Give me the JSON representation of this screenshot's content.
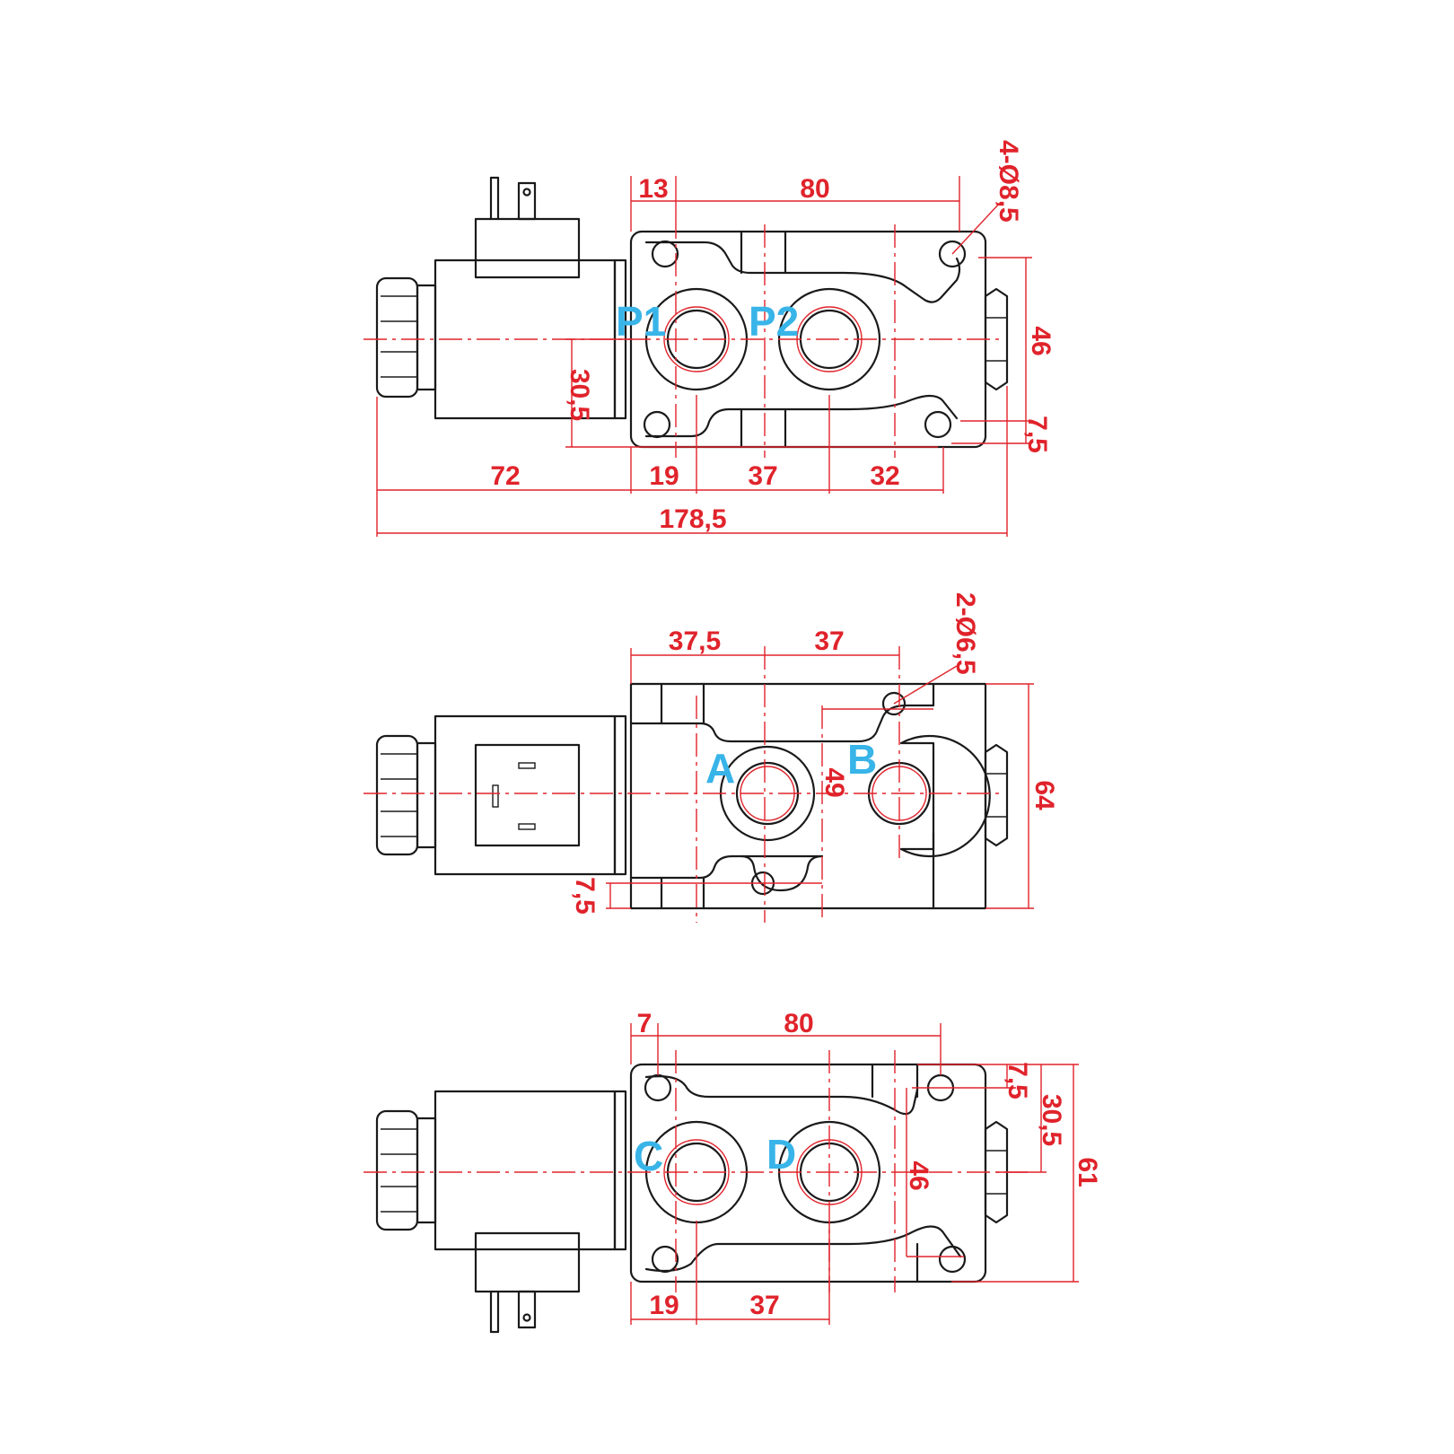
{
  "colors": {
    "outline": "#1a1a1a",
    "dimension": "#e0232b",
    "port_label": "#38b4e8",
    "background": "#ffffff"
  },
  "view_top": {
    "dims": {
      "d13": "13",
      "d80": "80",
      "holes": "4-Ø8,5",
      "d46": "46",
      "d30_5": "30,5",
      "d7_5": "7,5",
      "d72": "72",
      "d19": "19",
      "d37": "37",
      "d32": "32",
      "d178_5": "178,5"
    },
    "ports": {
      "p1": "P1",
      "p2": "P2"
    }
  },
  "view_middle": {
    "dims": {
      "d37_5": "37,5",
      "d37": "37",
      "holes": "2-Ø6,5",
      "d49": "49",
      "d64": "64",
      "d7_5": "7,5"
    },
    "ports": {
      "a": "A",
      "b": "B"
    }
  },
  "view_bottom": {
    "dims": {
      "d7": "7",
      "d80": "80",
      "d7_5": "7,5",
      "d30_5": "30,5",
      "d61": "61",
      "d46": "46",
      "d19": "19",
      "d37": "37"
    },
    "ports": {
      "c": "C",
      "d": "D"
    }
  }
}
